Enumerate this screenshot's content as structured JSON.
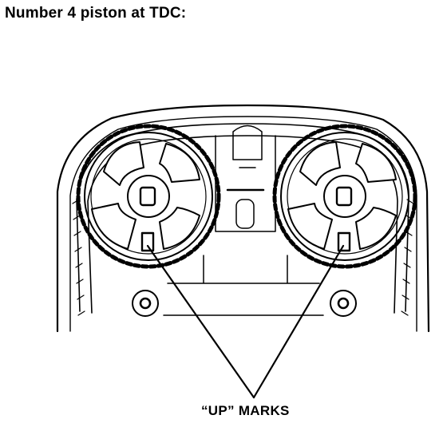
{
  "title": "Number 4 piston at TDC:",
  "callout": "“UP” MARKS",
  "icons": [
    "left-camshaft-pulley",
    "right-camshaft-pulley",
    "timing-belt",
    "belt-tensioner-rollers",
    "leader-lines"
  ]
}
